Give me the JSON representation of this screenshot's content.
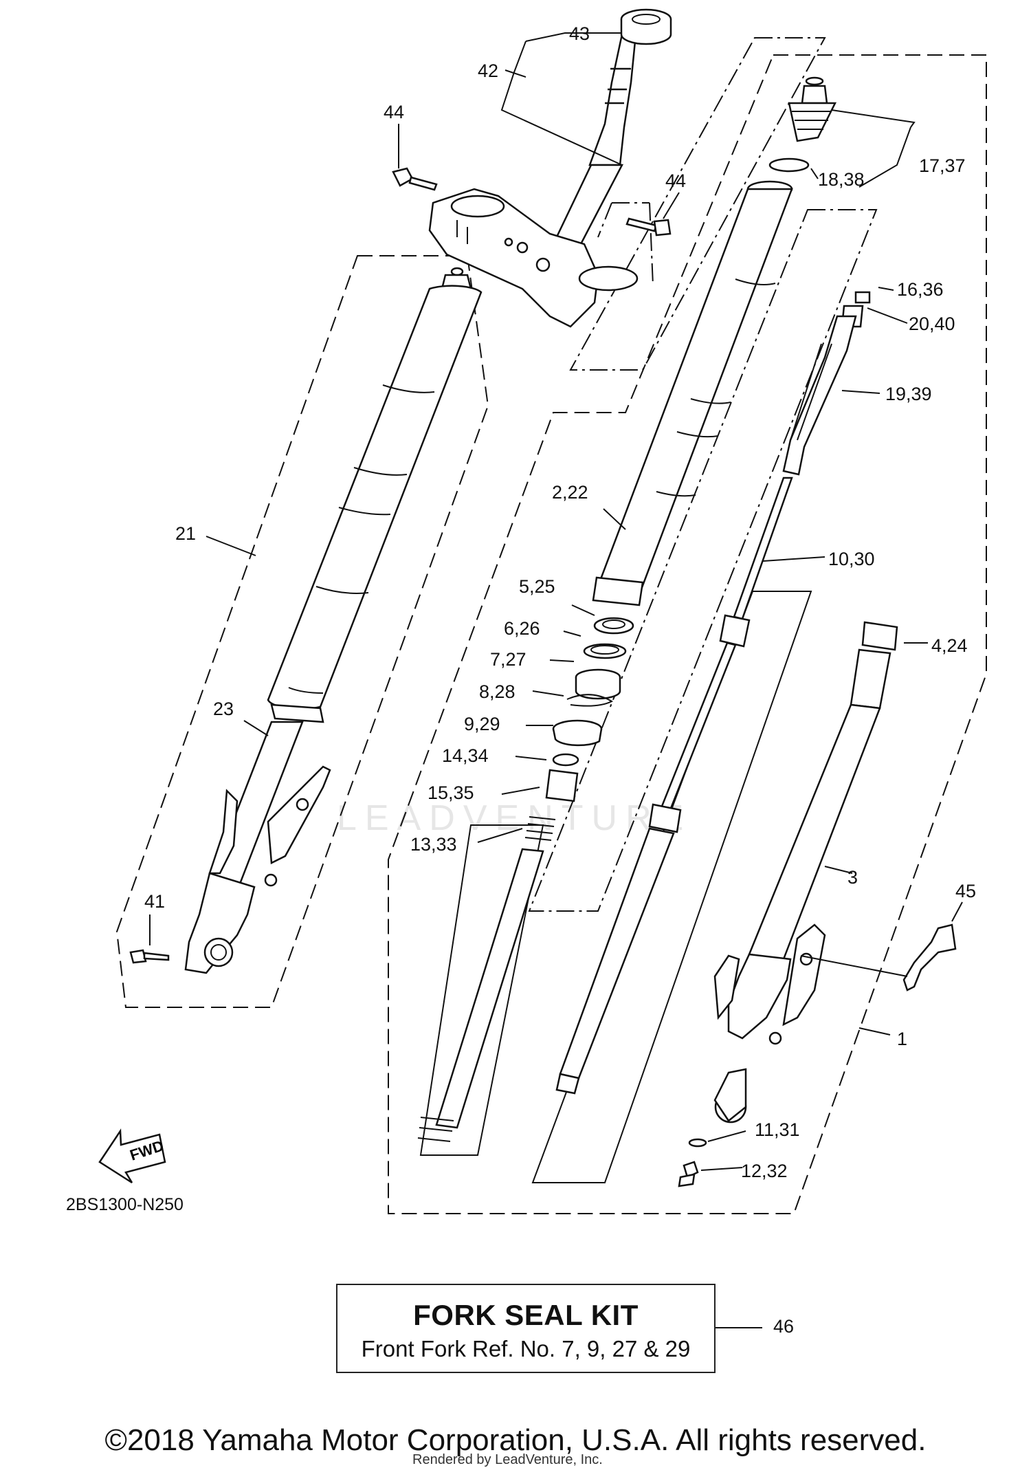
{
  "diagram": {
    "callouts": [
      {
        "id": "c43",
        "text": "43"
      },
      {
        "id": "c42",
        "text": "42"
      },
      {
        "id": "c44a",
        "text": "44"
      },
      {
        "id": "c44b",
        "text": "44"
      },
      {
        "id": "c17_37",
        "text": "17,37"
      },
      {
        "id": "c18_38",
        "text": "18,38"
      },
      {
        "id": "c16_36",
        "text": "16,36"
      },
      {
        "id": "c20_40",
        "text": "20,40"
      },
      {
        "id": "c19_39",
        "text": "19,39"
      },
      {
        "id": "c2_22",
        "text": "2,22"
      },
      {
        "id": "c21",
        "text": "21"
      },
      {
        "id": "c10_30",
        "text": "10,30"
      },
      {
        "id": "c5_25",
        "text": "5,25"
      },
      {
        "id": "c4_24",
        "text": "4,24"
      },
      {
        "id": "c6_26",
        "text": "6,26"
      },
      {
        "id": "c7_27",
        "text": "7,27"
      },
      {
        "id": "c8_28",
        "text": "8,28"
      },
      {
        "id": "c23",
        "text": "23"
      },
      {
        "id": "c9_29",
        "text": "9,29"
      },
      {
        "id": "c14_34",
        "text": "14,34"
      },
      {
        "id": "c15_35",
        "text": "15,35"
      },
      {
        "id": "c13_33",
        "text": "13,33"
      },
      {
        "id": "c3",
        "text": "3"
      },
      {
        "id": "c45",
        "text": "45"
      },
      {
        "id": "c41",
        "text": "41"
      },
      {
        "id": "c1",
        "text": "1"
      },
      {
        "id": "c11_31",
        "text": "11,31"
      },
      {
        "id": "c12_32",
        "text": "12,32"
      }
    ],
    "fwd_label": "FWD",
    "code": "2BS1300-N250",
    "watermark": "LEADVENTURE"
  },
  "kit": {
    "title": "FORK SEAL KIT",
    "subtitle": "Front Fork Ref. No. 7, 9, 27 & 29",
    "ref": "46"
  },
  "footer": {
    "copyright": "©2018 Yamaha Motor Corporation, U.S.A. All rights reserved.",
    "rendered_by": "Rendered by LeadVenture, Inc."
  }
}
